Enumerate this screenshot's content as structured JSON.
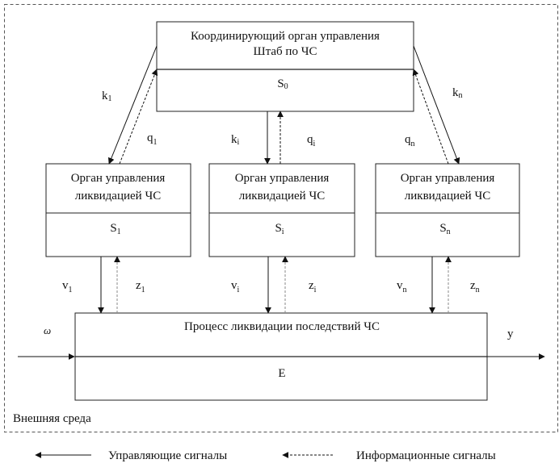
{
  "diagram": {
    "outer_region_label": "Внешняя среда",
    "coordinator": {
      "title_line1": "Координирующий орган управления",
      "title_line2": "Штаб по ЧС",
      "symbol": "S",
      "subscript": "0"
    },
    "units": [
      {
        "title_line1": "Орган управления",
        "title_line2": "ликвидацией ЧС",
        "symbol": "S",
        "subscript": "1",
        "k_label": "k",
        "k_sub": "1",
        "q_label": "q",
        "q_sub": "1",
        "v_label": "v",
        "v_sub": "1",
        "z_label": "z",
        "z_sub": "1"
      },
      {
        "title_line1": "Орган управления",
        "title_line2": "ликвидацией ЧС",
        "symbol": "S",
        "subscript": "i",
        "k_label": "k",
        "k_sub": "i",
        "q_label": "q",
        "q_sub": "i",
        "v_label": "v",
        "v_sub": "i",
        "z_label": "z",
        "z_sub": "i"
      },
      {
        "title_line1": "Орган управления",
        "title_line2": "ликвидацией ЧС",
        "symbol": "S",
        "subscript": "n",
        "k_label": "k",
        "k_sub": "n",
        "q_label": "q",
        "q_sub": "n",
        "v_label": "v",
        "v_sub": "n",
        "z_label": "z",
        "z_sub": "n"
      }
    ],
    "process": {
      "title": "Процесс ликвидации последствий ЧС",
      "symbol": "E"
    },
    "input_label": "ω",
    "output_label": "y"
  },
  "legend": {
    "control_signals": "Управляющие сигналы",
    "info_signals": "Информационные сигналы"
  },
  "colors": {
    "line": "#111111",
    "dashed": "#333333",
    "border": "#555555"
  }
}
